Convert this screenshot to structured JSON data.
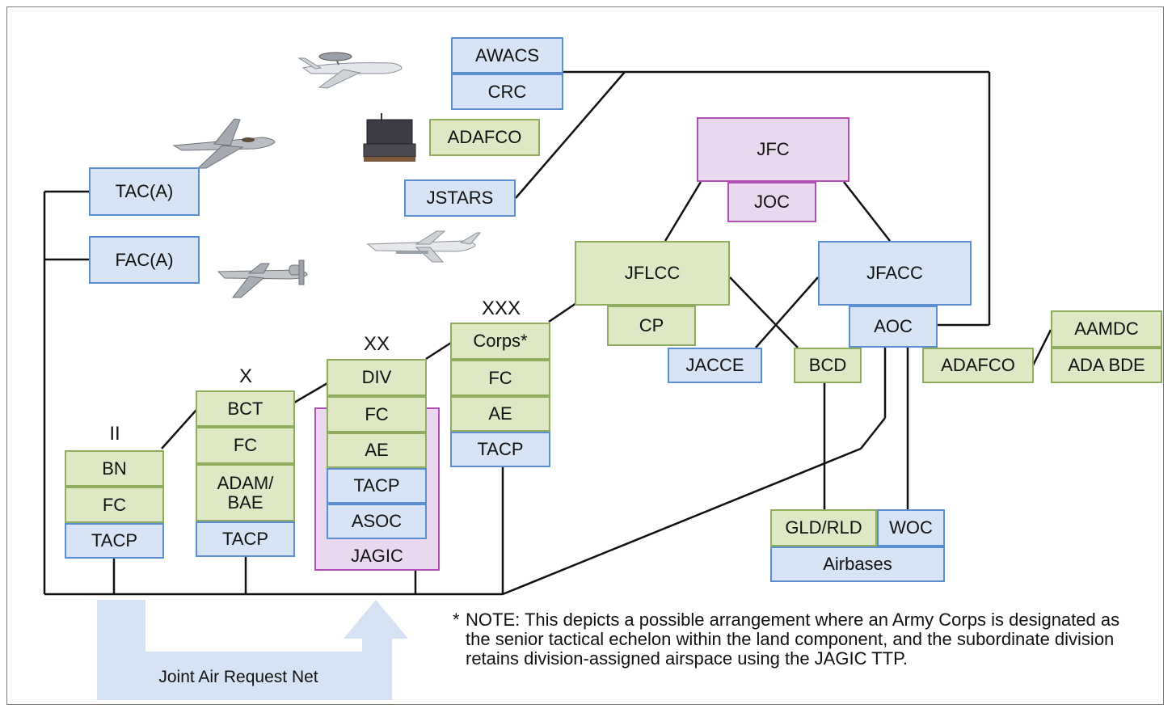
{
  "levels": {
    "battalion": "II",
    "brigade": "X",
    "division": "XX",
    "corps": "XXX"
  },
  "air": {
    "awacs": "AWACS",
    "crc": "CRC",
    "adafco_top": "ADAFCO",
    "jstars": "JSTARS",
    "taca": "TAC(A)",
    "faca": "FAC(A)"
  },
  "bn": {
    "name": "BN",
    "fc": "FC",
    "tacp": "TACP"
  },
  "bct": {
    "name": "BCT",
    "fc": "FC",
    "adam": "ADAM/\nBAE",
    "tacp": "TACP"
  },
  "div": {
    "name": "DIV",
    "fc": "FC",
    "ae": "AE",
    "tacp": "TACP",
    "asoc": "ASOC",
    "jagic": "JAGIC"
  },
  "corps": {
    "name": "Corps*",
    "fc": "FC",
    "ae": "AE",
    "tacp": "TACP"
  },
  "joint": {
    "jfc": "JFC",
    "joc": "JOC",
    "jflcc": "JFLCC",
    "cp": "CP",
    "jfacc": "JFACC",
    "aoc": "AOC",
    "jacce": "JACCE",
    "bcd": "BCD",
    "adafco": "ADAFCO",
    "aamdc": "AAMDC",
    "ada_bde": "ADA BDE"
  },
  "airbases": {
    "gld": "GLD/RLD",
    "woc": "WOC",
    "label": "Airbases"
  },
  "net_label": "Joint Air Request Net",
  "note": {
    "star": "*",
    "text": "NOTE: This depicts a possible arrangement where an Army Corps is designated as the senior tactical echelon within the land component, and the subordinate division retains division-assigned airspace using the JAGIC TTP."
  },
  "icons": [
    "awacs-aircraft-icon",
    "f16-fighter-icon",
    "radar-vehicle-icon",
    "e8-jstars-aircraft-icon",
    "a10-attack-aircraft-icon"
  ]
}
